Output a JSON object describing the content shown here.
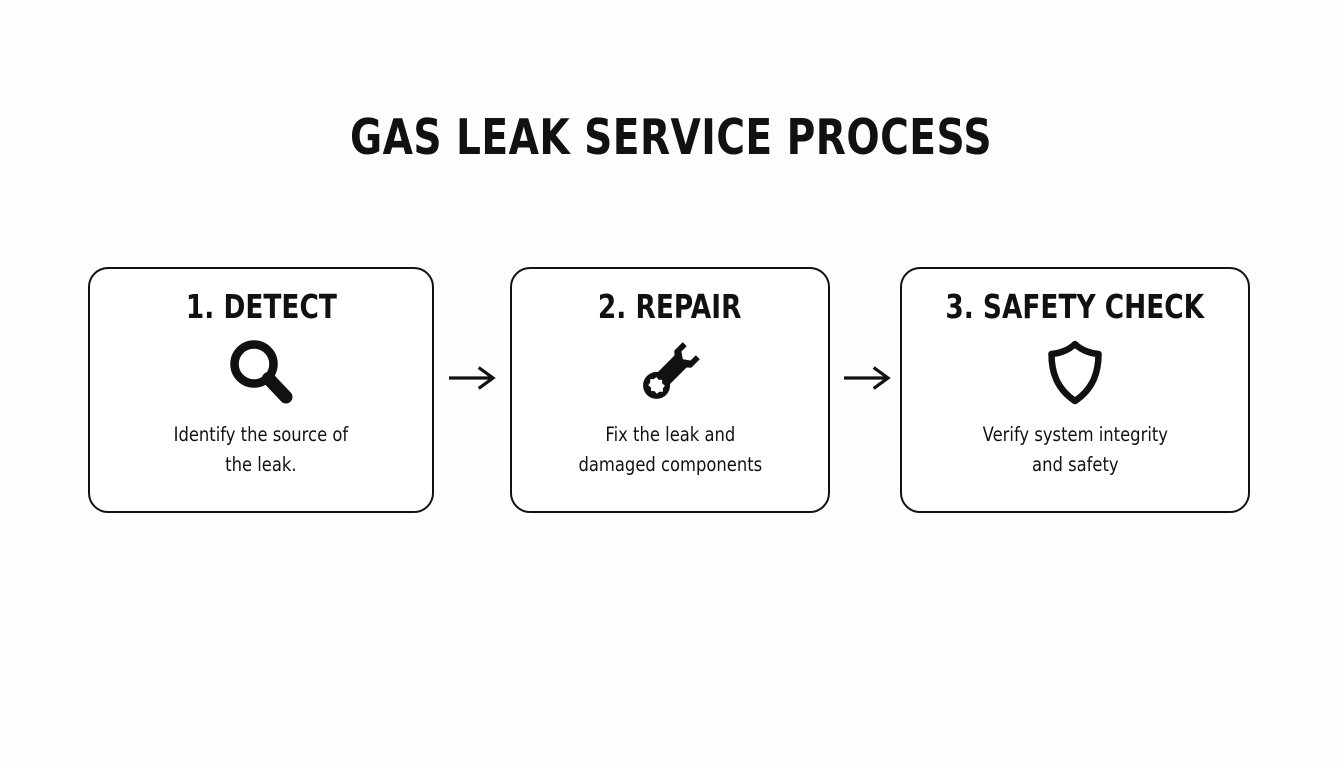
{
  "diagram": {
    "title": "GAS LEAK SERVICE PROCESS",
    "type": "process-flow",
    "background_color": "#fdfdfc",
    "line_color": "#111111",
    "steps": [
      {
        "heading": "1. DETECT",
        "icon": "magnifying-glass-icon",
        "description": "Identify the source of\nthe leak."
      },
      {
        "heading": "2. REPAIR",
        "icon": "wrench-icon",
        "description": "Fix the leak and\ndamaged components"
      },
      {
        "heading": "3. SAFETY CHECK",
        "icon": "shield-icon",
        "description": "Verify system integrity\nand safety"
      }
    ],
    "connectors": [
      {
        "icon": "arrow-right-icon",
        "from": "1. DETECT",
        "to": "2. REPAIR"
      },
      {
        "icon": "arrow-right-icon",
        "from": "2. REPAIR",
        "to": "3. SAFETY CHECK"
      }
    ]
  }
}
